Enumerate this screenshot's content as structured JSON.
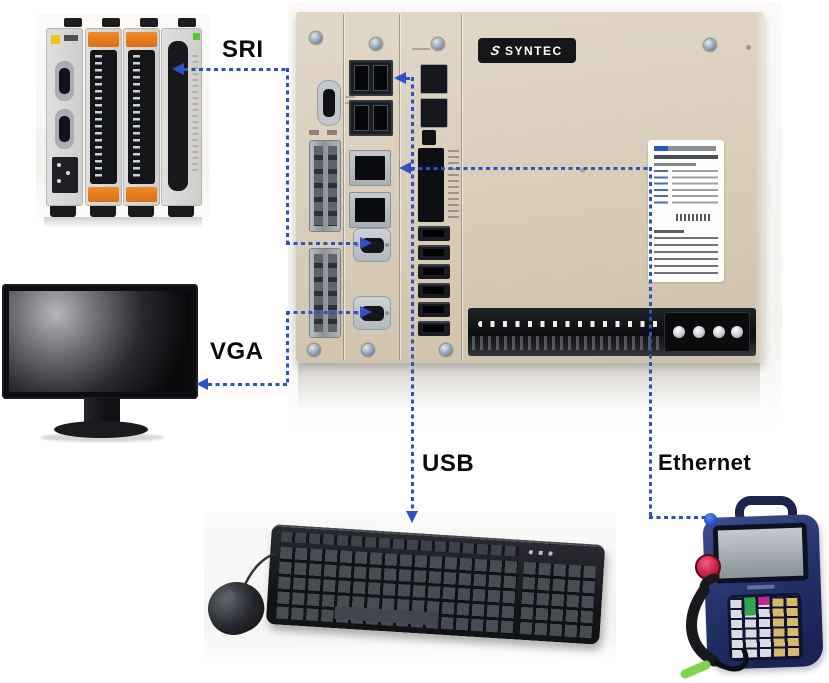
{
  "connections": {
    "sri": "SRI",
    "vga": "VGA",
    "usb": "USB",
    "ethernet": "Ethernet"
  },
  "logo": {
    "mark": "S",
    "text": "SYNTEC"
  },
  "colors": {
    "connection_line": "#2e51c4",
    "controller_panel": "#d8ccb8",
    "logo_background": "#15151a",
    "module_accent_orange": "#e6781f",
    "estop_red": "#c81f47",
    "pendant_body_blue": "#25336b"
  }
}
